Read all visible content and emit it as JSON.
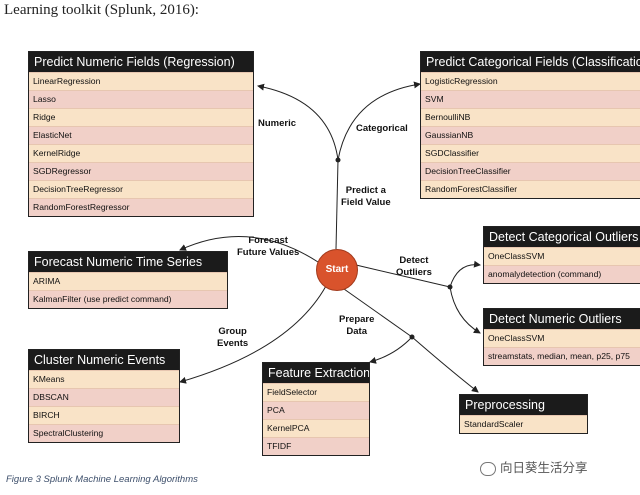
{
  "header": {
    "caption": "Learning toolkit (Splunk, 2016):"
  },
  "center": {
    "label": "Start"
  },
  "boxes": {
    "regression": {
      "title": "Predict Numeric Fields (Regression)",
      "items": [
        "LinearRegression",
        "Lasso",
        "Ridge",
        "ElasticNet",
        "KernelRidge",
        "SGDRegressor",
        "DecisionTreeRegressor",
        "RandomForestRegressor"
      ]
    },
    "classification": {
      "title": "Predict Categorical Fields (Classification)",
      "items": [
        "LogisticRegression",
        "SVM",
        "BernoulliNB",
        "GaussianNB",
        "SGDClassifier",
        "DecisionTreeClassifier",
        "RandomForestClassifier"
      ]
    },
    "timeseries": {
      "title": "Forecast Numeric Time Series",
      "items": [
        "ARIMA",
        "KalmanFilter (use predict command)"
      ]
    },
    "categorical_outliers": {
      "title": "Detect Categorical Outliers",
      "items": [
        "OneClassSVM",
        "anomalydetection (command)"
      ]
    },
    "numeric_outliers": {
      "title": "Detect Numeric Outliers",
      "items": [
        "OneClassSVM",
        "streamstats, median, mean, p25, p75"
      ]
    },
    "clustering": {
      "title": "Cluster Numeric Events",
      "items": [
        "KMeans",
        "DBSCAN",
        "BIRCH",
        "SpectralClustering"
      ]
    },
    "feature_extraction": {
      "title": "Feature Extraction",
      "items": [
        "FieldSelector",
        "PCA",
        "KernelPCA",
        "TFIDF"
      ]
    },
    "preprocessing": {
      "title": "Preprocessing",
      "items": [
        "StandardScaler"
      ]
    }
  },
  "edge_labels": {
    "numeric": "Numeric",
    "categorical": "Categorical",
    "predict_field": [
      "Predict a",
      "Field Value"
    ],
    "forecast": [
      "Forecast",
      "Future Values"
    ],
    "detect_outliers": [
      "Detect",
      "Outliers"
    ],
    "group_events": [
      "Group",
      "Events"
    ],
    "prepare_data": [
      "Prepare",
      "Data"
    ]
  },
  "footer": {
    "figure_caption": "Figure 3 Splunk Machine Learning Algorithms",
    "watermark": "向日葵生活分享"
  }
}
